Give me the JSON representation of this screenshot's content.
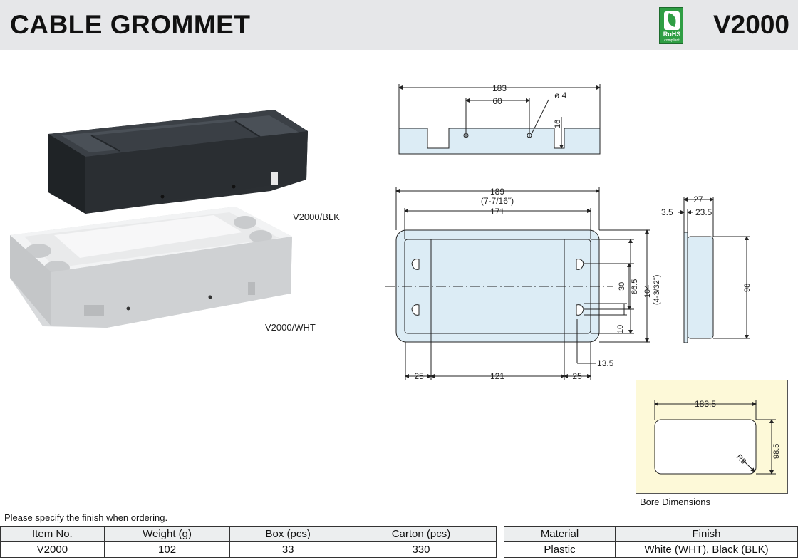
{
  "header": {
    "title": "CABLE GROMMET",
    "model": "V2000",
    "rohs_label": "RoHS",
    "rohs_sub": "compliant"
  },
  "photos": {
    "black_label": "V2000/BLK",
    "white_label": "V2000/WHT"
  },
  "drawing": {
    "side": {
      "width": "183",
      "hole_spacing": "60",
      "hole_dia": "ø 4",
      "depth": "16"
    },
    "top": {
      "outer_width": "189",
      "outer_width_inch": "(7-7/16\")",
      "inner_width": "171",
      "slot_spacing": "30",
      "inner_height": "86.5",
      "outer_height": "104",
      "outer_height_inch": "(4-3/32\")",
      "slot_width": "10",
      "slot_offset": "13.5",
      "left_margin": "25",
      "center_span": "121",
      "right_margin": "25"
    },
    "profile": {
      "total_depth": "27",
      "lip": "3.5",
      "body_depth": "23.5",
      "height": "98"
    }
  },
  "bore": {
    "caption": "Bore Dimensions",
    "width": "183.5",
    "height": "98.5",
    "radius": "R9"
  },
  "note": "Please specify the finish when ordering.",
  "spec_table": {
    "headers": [
      "Item No.",
      "Weight (g)",
      "Box (pcs)",
      "Carton (pcs)"
    ],
    "row": [
      "V2000",
      "102",
      "33",
      "330"
    ]
  },
  "material_table": {
    "headers": [
      "Material",
      "Finish"
    ],
    "row": [
      "Plastic",
      "White (WHT), Black (BLK)"
    ]
  },
  "colors": {
    "header_bg": "#e6e7e9",
    "drawing_fill": "#dcecf5",
    "bore_bg": "#fdf9d8",
    "rohs_green": "#2f9e44"
  }
}
